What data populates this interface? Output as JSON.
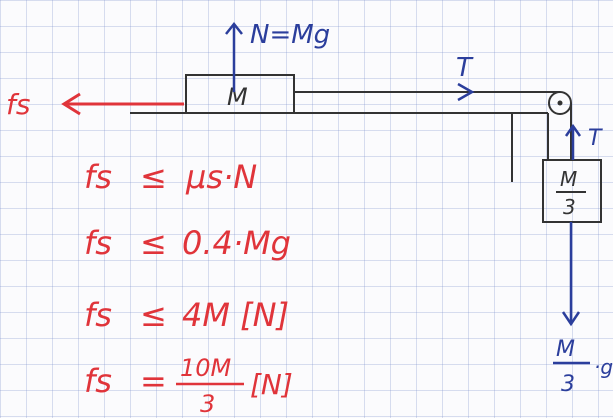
{
  "forces": {
    "normal": "N=Mg",
    "friction": "fs",
    "tension_horizontal": "T",
    "tension_vertical": "T"
  },
  "blocks": {
    "table_block": "M",
    "hanging_block_num": "M",
    "hanging_block_den": "3"
  },
  "weight_label": {
    "num": "M",
    "den": "3",
    "trailing": "·g"
  },
  "equations": [
    {
      "lhs": "fs",
      "rel": "≤",
      "rhs": "μs·N"
    },
    {
      "lhs": "fs",
      "rel": "≤",
      "rhs": "0.4·Mg"
    },
    {
      "lhs": "fs",
      "rel": "≤",
      "rhs": "4M [N]"
    },
    {
      "lhs": "fs",
      "rel": "=",
      "rhs_num": "10M",
      "rhs_den": "3",
      "rhs_unit": "[N]"
    }
  ],
  "colors": {
    "blue_ink": "#2b3e9c",
    "red_ink": "#e0343a",
    "dark_ink": "#333333"
  }
}
